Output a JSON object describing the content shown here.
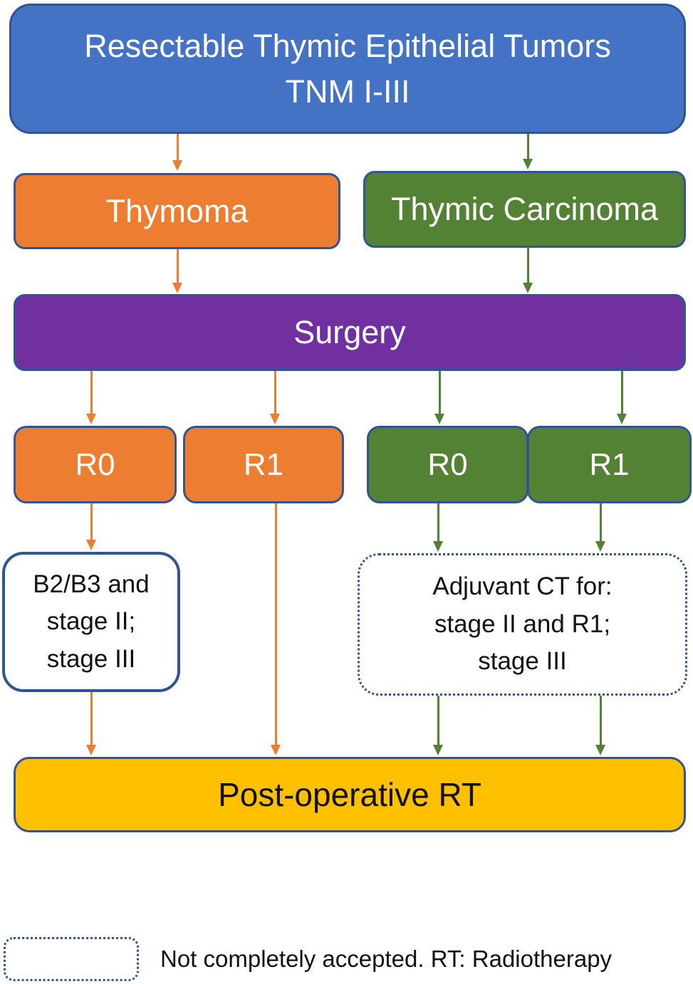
{
  "diagram": {
    "type": "flowchart",
    "nodes": {
      "root": {
        "lines": [
          "Resectable Thymic Epithelial Tumors",
          "TNM I-III"
        ],
        "fill_color": "#4472C4",
        "text_color": "#FFFFFF"
      },
      "thymoma": {
        "label": "Thymoma",
        "fill_color": "#ED7D31",
        "text_color": "#FFFFFF"
      },
      "thymic_carcinoma": {
        "label": "Thymic Carcinoma",
        "fill_color": "#548235",
        "text_color": "#FFFFFF"
      },
      "surgery": {
        "label": "Surgery",
        "fill_color": "#7030A0",
        "text_color": "#FFFFFF"
      },
      "thymoma_r0": {
        "label": "R0",
        "fill_color": "#ED7D31",
        "text_color": "#FFFFFF"
      },
      "thymoma_r1": {
        "label": "R1",
        "fill_color": "#ED7D31",
        "text_color": "#FFFFFF"
      },
      "carcinoma_r0": {
        "label": "R0",
        "fill_color": "#548235",
        "text_color": "#FFFFFF"
      },
      "carcinoma_r1": {
        "label": "R1",
        "fill_color": "#548235",
        "text_color": "#FFFFFF"
      },
      "b2b3": {
        "lines": [
          "B2/B3 and",
          "stage II;",
          "stage III"
        ],
        "fill_color": "#FFFFFF",
        "border_style": "solid",
        "text_color": "#111111"
      },
      "adjuvant_ct": {
        "lines": [
          "Adjuvant CT for:",
          "stage II and R1;",
          "stage III"
        ],
        "fill_color": "#FFFFFF",
        "border_style": "dotted",
        "text_color": "#111111"
      },
      "postop_rt": {
        "label": "Post-operative RT",
        "fill_color": "#FFC000",
        "text_color": "#111111"
      }
    },
    "edges": [
      {
        "from": "root",
        "to": "thymoma",
        "color": "#ED7D31"
      },
      {
        "from": "root",
        "to": "thymic_carcinoma",
        "color": "#548235"
      },
      {
        "from": "thymoma",
        "to": "surgery",
        "color": "#ED7D31"
      },
      {
        "from": "thymic_carcinoma",
        "to": "surgery",
        "color": "#548235"
      },
      {
        "from": "surgery",
        "to": "thymoma_r0",
        "color": "#ED7D31"
      },
      {
        "from": "surgery",
        "to": "thymoma_r1",
        "color": "#ED7D31"
      },
      {
        "from": "surgery",
        "to": "carcinoma_r0",
        "color": "#548235"
      },
      {
        "from": "surgery",
        "to": "carcinoma_r1",
        "color": "#548235"
      },
      {
        "from": "thymoma_r0",
        "to": "b2b3",
        "color": "#ED7D31"
      },
      {
        "from": "thymoma_r1",
        "to": "postop_rt",
        "color": "#ED7D31"
      },
      {
        "from": "carcinoma_r0",
        "to": "adjuvant_ct",
        "color": "#548235"
      },
      {
        "from": "carcinoma_r1",
        "to": "adjuvant_ct",
        "color": "#548235"
      },
      {
        "from": "b2b3",
        "to": "postop_rt",
        "color": "#ED7D31"
      },
      {
        "from": "adjuvant_ct",
        "to": "postop_rt",
        "color": "#548235"
      },
      {
        "from": "adjuvant_ct",
        "to": "postop_rt",
        "color": "#548235"
      }
    ],
    "legend": {
      "note": "Not completely accepted. RT: Radiotherapy",
      "symbol": "dotted-rounded-box"
    },
    "colors": {
      "blue": "#4472C4",
      "orange": "#ED7D31",
      "green": "#548235",
      "purple": "#7030A0",
      "gold": "#FFC000",
      "outline_blue": "#2F5597",
      "background": "#FFFFFF"
    }
  }
}
